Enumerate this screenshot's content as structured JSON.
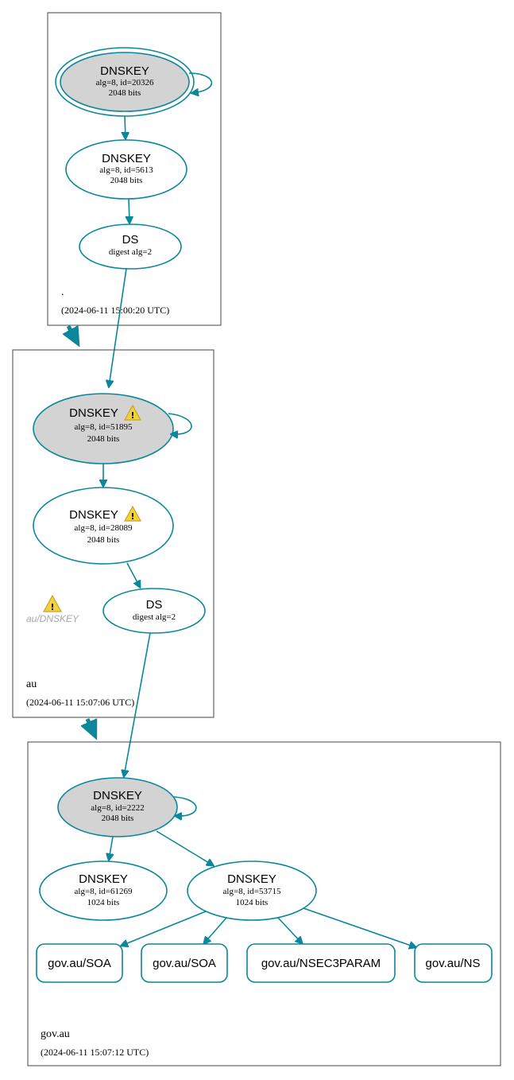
{
  "colors": {
    "edge": "#0a879a",
    "ksk_fill": "#d3d3d3",
    "node_fill": "#ffffff",
    "zone_border": "#444444",
    "warning": "#f4d03f"
  },
  "zones": {
    "root": {
      "name": ".",
      "timestamp": "(2024-06-11 15:00:20 UTC)",
      "ksk": {
        "title": "DNSKEY",
        "line1": "alg=8, id=20326",
        "line2": "2048 bits"
      },
      "zsk": {
        "title": "DNSKEY",
        "line1": "alg=8, id=5613",
        "line2": "2048 bits"
      },
      "ds": {
        "title": "DS",
        "line1": "digest alg=2"
      }
    },
    "au": {
      "name": "au",
      "timestamp": "(2024-06-11 15:07:06 UTC)",
      "ksk": {
        "title": "DNSKEY",
        "line1": "alg=8, id=51895",
        "line2": "2048 bits",
        "warning": "warning-icon"
      },
      "zsk": {
        "title": "DNSKEY",
        "line1": "alg=8, id=28089",
        "line2": "2048 bits",
        "warning": "warning-icon"
      },
      "ds": {
        "title": "DS",
        "line1": "digest alg=2"
      },
      "zone_warning": {
        "label": "au/DNSKEY",
        "icon": "warning-icon"
      }
    },
    "gov_au": {
      "name": "gov.au",
      "timestamp": "(2024-06-11 15:07:12 UTC)",
      "ksk": {
        "title": "DNSKEY",
        "line1": "alg=8, id=2222",
        "line2": "2048 bits"
      },
      "zsk1": {
        "title": "DNSKEY",
        "line1": "alg=8, id=61269",
        "line2": "1024 bits"
      },
      "zsk2": {
        "title": "DNSKEY",
        "line1": "alg=8, id=53715",
        "line2": "1024 bits"
      },
      "rrsets": [
        {
          "label": "gov.au/SOA"
        },
        {
          "label": "gov.au/SOA"
        },
        {
          "label": "gov.au/NSEC3PARAM"
        },
        {
          "label": "gov.au/NS"
        }
      ]
    }
  }
}
